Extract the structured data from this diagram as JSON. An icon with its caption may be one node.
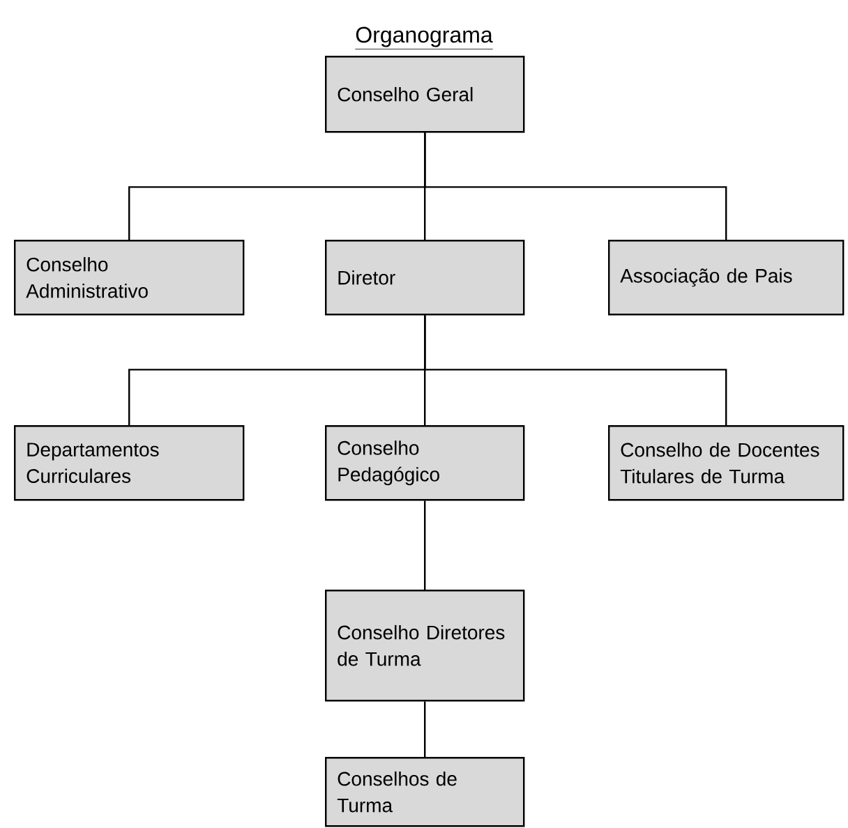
{
  "diagram": {
    "title": "Organograma",
    "nodes": [
      {
        "text": [
          "Conselho Geral"
        ]
      },
      {
        "text": [
          "Conselho Administrativo"
        ]
      },
      {
        "text": [
          "Diretor"
        ]
      },
      {
        "text": [
          "Associação de Pais"
        ]
      },
      {
        "text": [
          "Departamentos Curriculares"
        ]
      },
      {
        "text": [
          "Conselho Pedagógico"
        ]
      },
      {
        "text": [
          "Conselho de Docentes Titulares de Turma"
        ]
      },
      {
        "text": [
          "Conselho Diretores de Turma"
        ]
      },
      {
        "text": [
          "Conselhos de Turma"
        ]
      }
    ],
    "edges": [
      {
        "from": 0,
        "to": 1,
        "arrow": "none"
      },
      {
        "from": 0,
        "to": 2,
        "arrow": "none"
      },
      {
        "from": 0,
        "to": 3,
        "arrow": "none"
      },
      {
        "from": 2,
        "to": 4,
        "arrow": "none"
      },
      {
        "from": 2,
        "to": 5,
        "arrow": "none"
      },
      {
        "from": 2,
        "to": 6,
        "arrow": "none"
      },
      {
        "from": 5,
        "to": 7,
        "arrow": "none"
      },
      {
        "from": 7,
        "to": 8,
        "arrow": "none"
      }
    ]
  }
}
